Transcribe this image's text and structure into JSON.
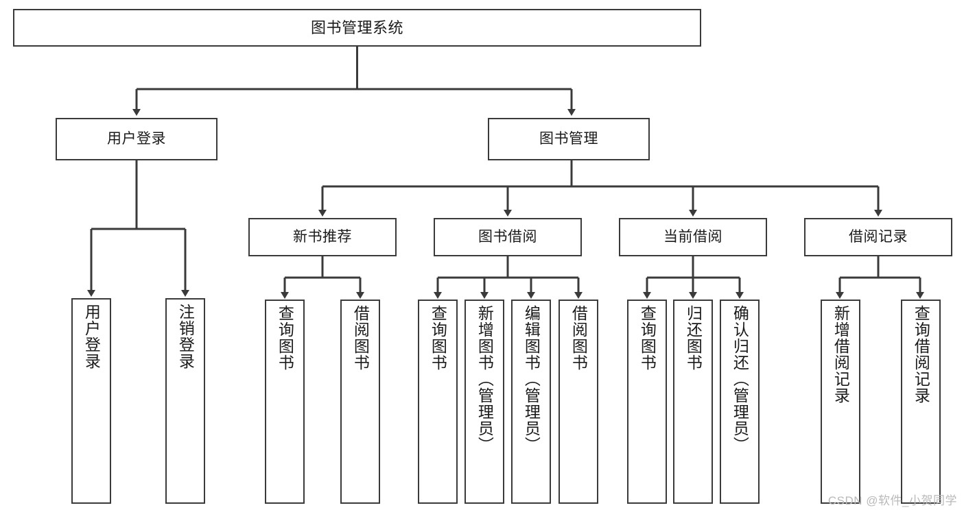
{
  "diagram": {
    "type": "tree-hierarchy",
    "title": "图书管理系统",
    "root": {
      "label": "图书管理系统"
    },
    "level1": [
      {
        "label": "用户登录"
      },
      {
        "label": "图书管理"
      }
    ],
    "level2": [
      {
        "label": "新书推荐"
      },
      {
        "label": "图书借阅"
      },
      {
        "label": "当前借阅"
      },
      {
        "label": "借阅记录"
      }
    ],
    "leaves": {
      "user_login": [
        {
          "label": "用户登录"
        },
        {
          "label": "注销登录"
        }
      ],
      "new_book_recommend": [
        {
          "label": "查询图书"
        },
        {
          "label": "借阅图书"
        }
      ],
      "book_borrow": [
        {
          "label": "查询图书"
        },
        {
          "label": "新增图书（管理员）"
        },
        {
          "label": "编辑图书（管理员）"
        },
        {
          "label": "借阅图书"
        }
      ],
      "current_borrow": [
        {
          "label": "查询图书"
        },
        {
          "label": "归还图书"
        },
        {
          "label": "确认归还（管理员）"
        }
      ],
      "borrow_record": [
        {
          "label": "新增借阅记录"
        },
        {
          "label": "查询借阅记录"
        }
      ]
    }
  },
  "watermark": {
    "text": "CSDN @软件_小贺同学"
  },
  "colors": {
    "border": "#3a3a3a",
    "background": "#ffffff",
    "text": "#1a1a1a",
    "watermark": "#b9b9b9"
  }
}
